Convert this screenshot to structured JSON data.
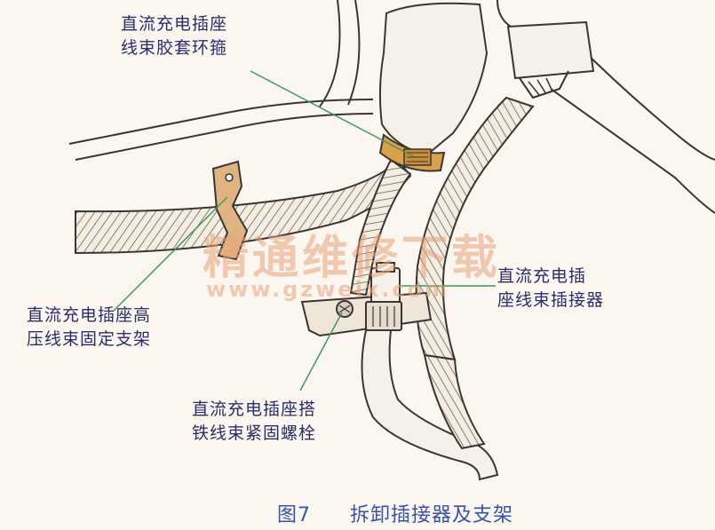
{
  "labels": {
    "clamp_line1": "直流充电插座",
    "clamp_line2": "线束胶套环箍",
    "connector_line1": "直流充电插",
    "connector_line2": "座线束插接器",
    "bracket_line1": "直流充电插座高",
    "bracket_line2": "压线束固定支架",
    "bolt_line1": "直流充电插座搭",
    "bolt_line2": "铁线束紧固螺栓"
  },
  "watermark": {
    "main": "精通维修下载",
    "url": "www.gzweix.com"
  },
  "caption": {
    "figure": "图7",
    "title": "拆卸插接器及支架"
  },
  "colors": {
    "label_text": "#2a2d6a",
    "leader_line": "#3a9a5a",
    "caption_text": "#3b52a8",
    "watermark": "#e8a27a",
    "clamp": "#d9a24a",
    "bracket": "#e0b482"
  }
}
